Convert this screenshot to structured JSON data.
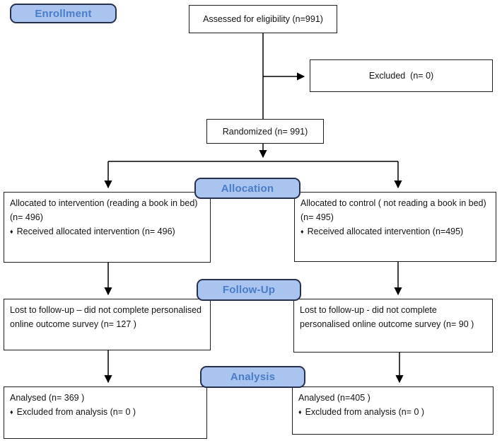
{
  "stages": {
    "enrollment": "Enrollment",
    "allocation": "Allocation",
    "followup": "Follow-Up",
    "analysis": "Analysis"
  },
  "boxes": {
    "assessed": "Assessed for eligibility (n=991)",
    "excluded": "Excluded  (n= 0)",
    "randomized": "Randomized (n= 991)",
    "allocated_intervention": {
      "main": "Allocated to intervention (reading a book in bed) (n= 496)",
      "bullet": "Received allocated intervention (n= 496)"
    },
    "allocated_control": {
      "main": "Allocated to control ( not reading a book in bed) (n= 495)",
      "bullet": "Received allocated intervention (n=495)"
    },
    "lost_intervention": "Lost to follow-up – did not complete personalised online outcome survey (n= 127 )",
    "lost_control": "Lost to follow-up - did not complete personalised online outcome survey (n= 90 )",
    "analysed_intervention": {
      "main": "Analysed (n= 369 )",
      "bullet": "Excluded from analysis (n= 0 )"
    },
    "analysed_control": {
      "main": "Analysed (n=405 )",
      "bullet": "Excluded from analysis (n= 0 )"
    }
  },
  "icons": {
    "bullet": "♦"
  },
  "colors": {
    "stage_fill": "#a9c5ef",
    "stage_text": "#4a7cc8",
    "stage_border": "#27314d",
    "box_border": "#1e1e1e",
    "connector": "#000000",
    "background": "#ffffff"
  }
}
